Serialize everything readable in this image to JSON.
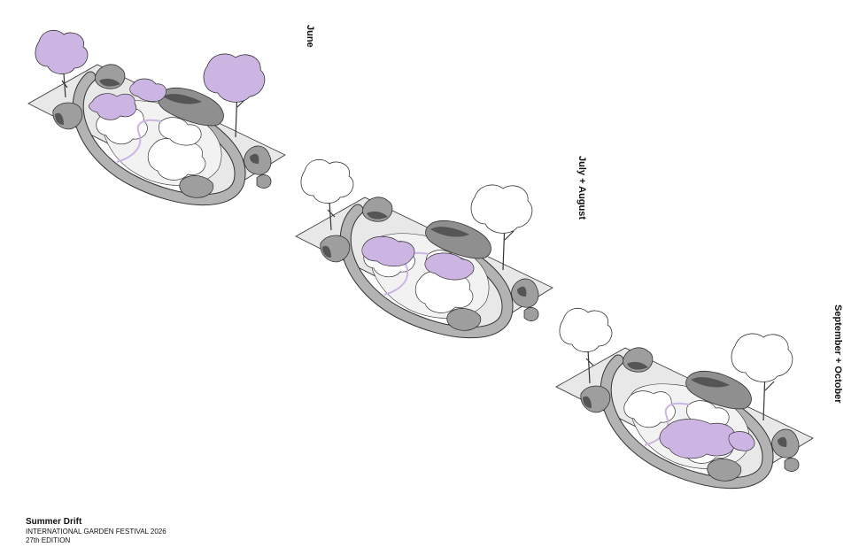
{
  "labels": {
    "june": "June",
    "july_august": "July + August",
    "september_october": "September + October"
  },
  "caption": {
    "title": "Summer Drift",
    "line1": "INTERNATIONAL GARDEN FESTIVAL 2026",
    "line2": "27th EDITION"
  },
  "colors": {
    "bloom_purple": "#cdb5e3",
    "base_gray": "#e8e8e8",
    "rock_gray": "#9e9e9e",
    "rock_dark": "#555555",
    "path_gray": "#b3b3b3",
    "outline": "#333333"
  },
  "stages": [
    {
      "season": "June",
      "bloom_zone": "left-and-trees"
    },
    {
      "season": "July + August",
      "bloom_zone": "center"
    },
    {
      "season": "September + October",
      "bloom_zone": "right-front"
    }
  ]
}
